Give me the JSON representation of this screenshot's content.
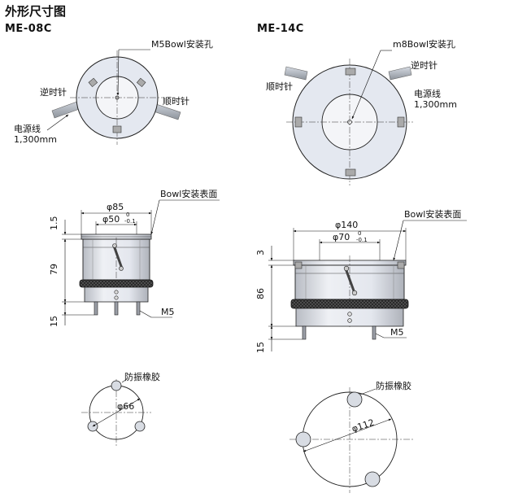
{
  "title": "外形尺寸图",
  "left": {
    "model": "ME-08C",
    "top_view": {
      "hole_label": "M5Bowl安装孔",
      "ccw_label": "逆时针",
      "cw_label": "顺时针",
      "cable_label_1": "电源线",
      "cable_label_2": "1,300mm"
    },
    "side_view": {
      "dia_outer": "φ85",
      "dia_inner": "φ50",
      "tol_upper": "0",
      "tol_lower": "-0.1",
      "surface_label": "Bowl安装表面",
      "h_top": "1.5",
      "h_body": "79",
      "h_pin": "15",
      "thread_label": "M5"
    },
    "bottom_view": {
      "rubber_label": "防振橡胶",
      "pcd": "φ66"
    }
  },
  "right": {
    "model": "ME-14C",
    "top_view": {
      "hole_label": "m8Bowl安装孔",
      "ccw_label": "逆时针",
      "cw_label": "顺时针",
      "cable_label_1": "电源线",
      "cable_label_2": "1,300mm"
    },
    "side_view": {
      "dia_outer": "φ140",
      "dia_inner": "φ70",
      "tol_upper": "0",
      "tol_lower": "-0.1",
      "surface_label": "Bowl安装表面",
      "h_top": "3",
      "h_body": "86",
      "h_pin": "15",
      "thread_label": "M5"
    },
    "bottom_view": {
      "rubber_label": "防振橡胶",
      "pcd": "φ112"
    }
  }
}
